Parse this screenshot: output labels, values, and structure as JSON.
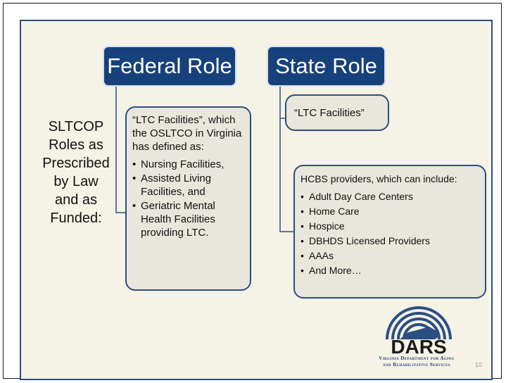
{
  "roles": {
    "federal": "Federal Role",
    "state": "State Role"
  },
  "side_label": [
    "SLTCOP",
    "Roles as",
    "Prescribed",
    "by Law",
    "and as",
    "Funded:"
  ],
  "federal_box": {
    "intro": "“LTC Facilities”, which the OSLTCO in Virginia has defined as:",
    "items": [
      "Nursing Facilities,",
      "Assisted Living Facilities, and",
      "Geriatric Mental Health Facilities providing LTC."
    ]
  },
  "state_ltc_box": {
    "text": "“LTC Facilities”"
  },
  "hcbs_box": {
    "intro": "HCBS providers, which can include:",
    "items": [
      "Adult Day Care Centers",
      "Home Care",
      "Hospice",
      "DBHDS Licensed Providers",
      "AAAs",
      "And More…"
    ]
  },
  "logo": {
    "wordmark": "DARS",
    "line1": "Virginia Department for Aging",
    "line2": "and Rehabilitative Services",
    "icon": "virginia-state-arcs-logo"
  },
  "slide_number": "10",
  "colors": {
    "navy": "#17417a",
    "border_blue": "#2a4f82",
    "background": "#f5f2e6",
    "box_fill": "#e9e6dc"
  }
}
